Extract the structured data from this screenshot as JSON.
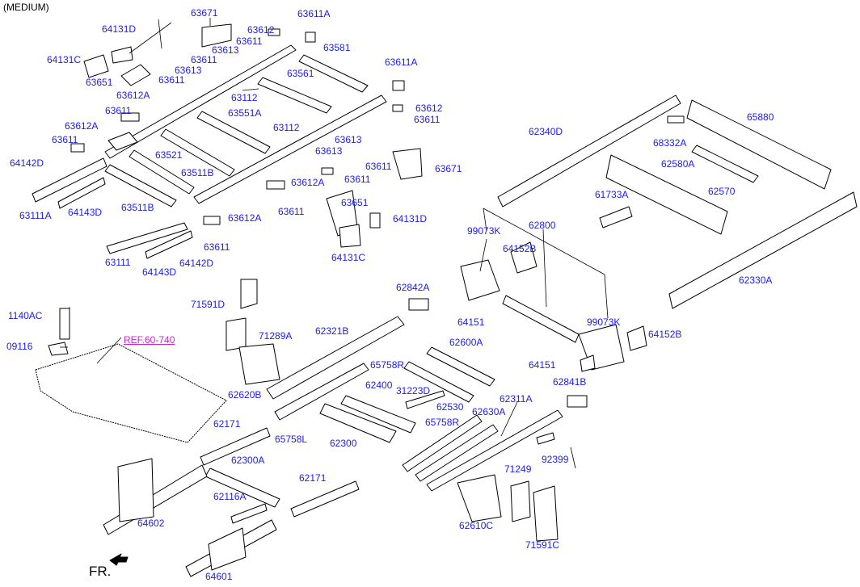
{
  "header": "(MEDIUM)",
  "ref_label": "REF.60-740",
  "fr_label": "FR.",
  "colors": {
    "label": "#1a1aff",
    "ref": "#d21fd2",
    "line": "#000000"
  },
  "labels": [
    {
      "id": "l01",
      "text": "64131D"
    },
    {
      "id": "l02",
      "text": "63671"
    },
    {
      "id": "l03",
      "text": "63612"
    },
    {
      "id": "l04",
      "text": "63611A"
    },
    {
      "id": "l05",
      "text": "63611"
    },
    {
      "id": "l06",
      "text": "64131C"
    },
    {
      "id": "l07",
      "text": "63613"
    },
    {
      "id": "l08",
      "text": "63581"
    },
    {
      "id": "l09",
      "text": "63611"
    },
    {
      "id": "l10",
      "text": "63613"
    },
    {
      "id": "l11",
      "text": "63651"
    },
    {
      "id": "l12",
      "text": "63611"
    },
    {
      "id": "l13",
      "text": "63561"
    },
    {
      "id": "l14",
      "text": "63611A"
    },
    {
      "id": "l15",
      "text": "63612A"
    },
    {
      "id": "l16",
      "text": "63112"
    },
    {
      "id": "l17",
      "text": "63611"
    },
    {
      "id": "l18",
      "text": "63612"
    },
    {
      "id": "l19",
      "text": "63551A"
    },
    {
      "id": "l20",
      "text": "63611"
    },
    {
      "id": "l21",
      "text": "63612A"
    },
    {
      "id": "l22",
      "text": "63112"
    },
    {
      "id": "l23",
      "text": "63611"
    },
    {
      "id": "l24",
      "text": "63613"
    },
    {
      "id": "l25",
      "text": "63521"
    },
    {
      "id": "l26",
      "text": "63613"
    },
    {
      "id": "l27",
      "text": "64142D"
    },
    {
      "id": "l28",
      "text": "63611"
    },
    {
      "id": "l29",
      "text": "63671"
    },
    {
      "id": "l30",
      "text": "63511B"
    },
    {
      "id": "l31",
      "text": "63612A"
    },
    {
      "id": "l32",
      "text": "63611"
    },
    {
      "id": "l33",
      "text": "63651"
    },
    {
      "id": "l34",
      "text": "63111A"
    },
    {
      "id": "l35",
      "text": "64143D"
    },
    {
      "id": "l36",
      "text": "63511B"
    },
    {
      "id": "l37",
      "text": "63611"
    },
    {
      "id": "l38",
      "text": "63612A"
    },
    {
      "id": "l39",
      "text": "64131D"
    },
    {
      "id": "l40",
      "text": "63611"
    },
    {
      "id": "l41",
      "text": "63111"
    },
    {
      "id": "l42",
      "text": "64143D"
    },
    {
      "id": "l43",
      "text": "64142D"
    },
    {
      "id": "l44",
      "text": "64131C"
    },
    {
      "id": "l45",
      "text": "62340D"
    },
    {
      "id": "l46",
      "text": "65880"
    },
    {
      "id": "l47",
      "text": "68332A"
    },
    {
      "id": "l48",
      "text": "62580A"
    },
    {
      "id": "l49",
      "text": "61733A"
    },
    {
      "id": "l50",
      "text": "62570"
    },
    {
      "id": "l51",
      "text": "99073K"
    },
    {
      "id": "l52",
      "text": "62800"
    },
    {
      "id": "l53",
      "text": "64152B"
    },
    {
      "id": "l54",
      "text": "62330A"
    },
    {
      "id": "l55",
      "text": "71591D"
    },
    {
      "id": "l56",
      "text": "62842A"
    },
    {
      "id": "l57",
      "text": "1140AC"
    },
    {
      "id": "l58",
      "text": "71289A"
    },
    {
      "id": "l59",
      "text": "62321B"
    },
    {
      "id": "l60",
      "text": "64151"
    },
    {
      "id": "l61",
      "text": "99073K"
    },
    {
      "id": "l62",
      "text": "64152B"
    },
    {
      "id": "l63",
      "text": "09116"
    },
    {
      "id": "l64",
      "text": "62600A"
    },
    {
      "id": "l65",
      "text": "65758R"
    },
    {
      "id": "l66",
      "text": "64151"
    },
    {
      "id": "l67",
      "text": "62400"
    },
    {
      "id": "l68",
      "text": "31223D"
    },
    {
      "id": "l69",
      "text": "62841B"
    },
    {
      "id": "l70",
      "text": "62620B"
    },
    {
      "id": "l71",
      "text": "62530"
    },
    {
      "id": "l72",
      "text": "62311A"
    },
    {
      "id": "l73",
      "text": "65758R"
    },
    {
      "id": "l74",
      "text": "62630A"
    },
    {
      "id": "l75",
      "text": "65758L"
    },
    {
      "id": "l76",
      "text": "62300"
    },
    {
      "id": "l77",
      "text": "62171"
    },
    {
      "id": "l78",
      "text": "92399"
    },
    {
      "id": "l79",
      "text": "62300A"
    },
    {
      "id": "l80",
      "text": "71249"
    },
    {
      "id": "l81",
      "text": "62171"
    },
    {
      "id": "l82",
      "text": "62116A"
    },
    {
      "id": "l83",
      "text": "64602"
    },
    {
      "id": "l84",
      "text": "62610C"
    },
    {
      "id": "l85",
      "text": "71591C"
    },
    {
      "id": "l86",
      "text": "64601"
    }
  ]
}
